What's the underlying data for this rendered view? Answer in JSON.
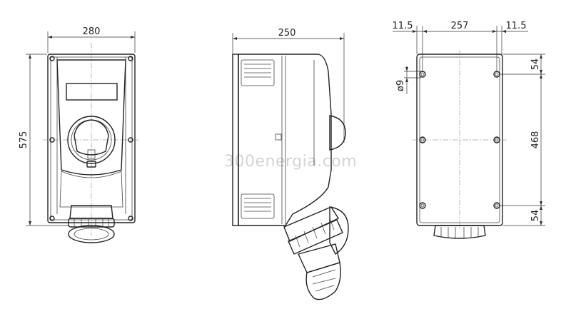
{
  "watermark": "300energia.com",
  "front_view": {
    "width_dim": "280",
    "height_dim": "575"
  },
  "side_view": {
    "depth_dim": "250"
  },
  "rear_view": {
    "left_offset_dim": "11.5",
    "hole_spacing_width_dim": "257",
    "right_offset_dim": "11.5",
    "hole_diameter_dim": "ø9",
    "top_offset_dim": "54",
    "hole_spacing_height_dim": "468",
    "bottom_offset_dim": "54"
  }
}
